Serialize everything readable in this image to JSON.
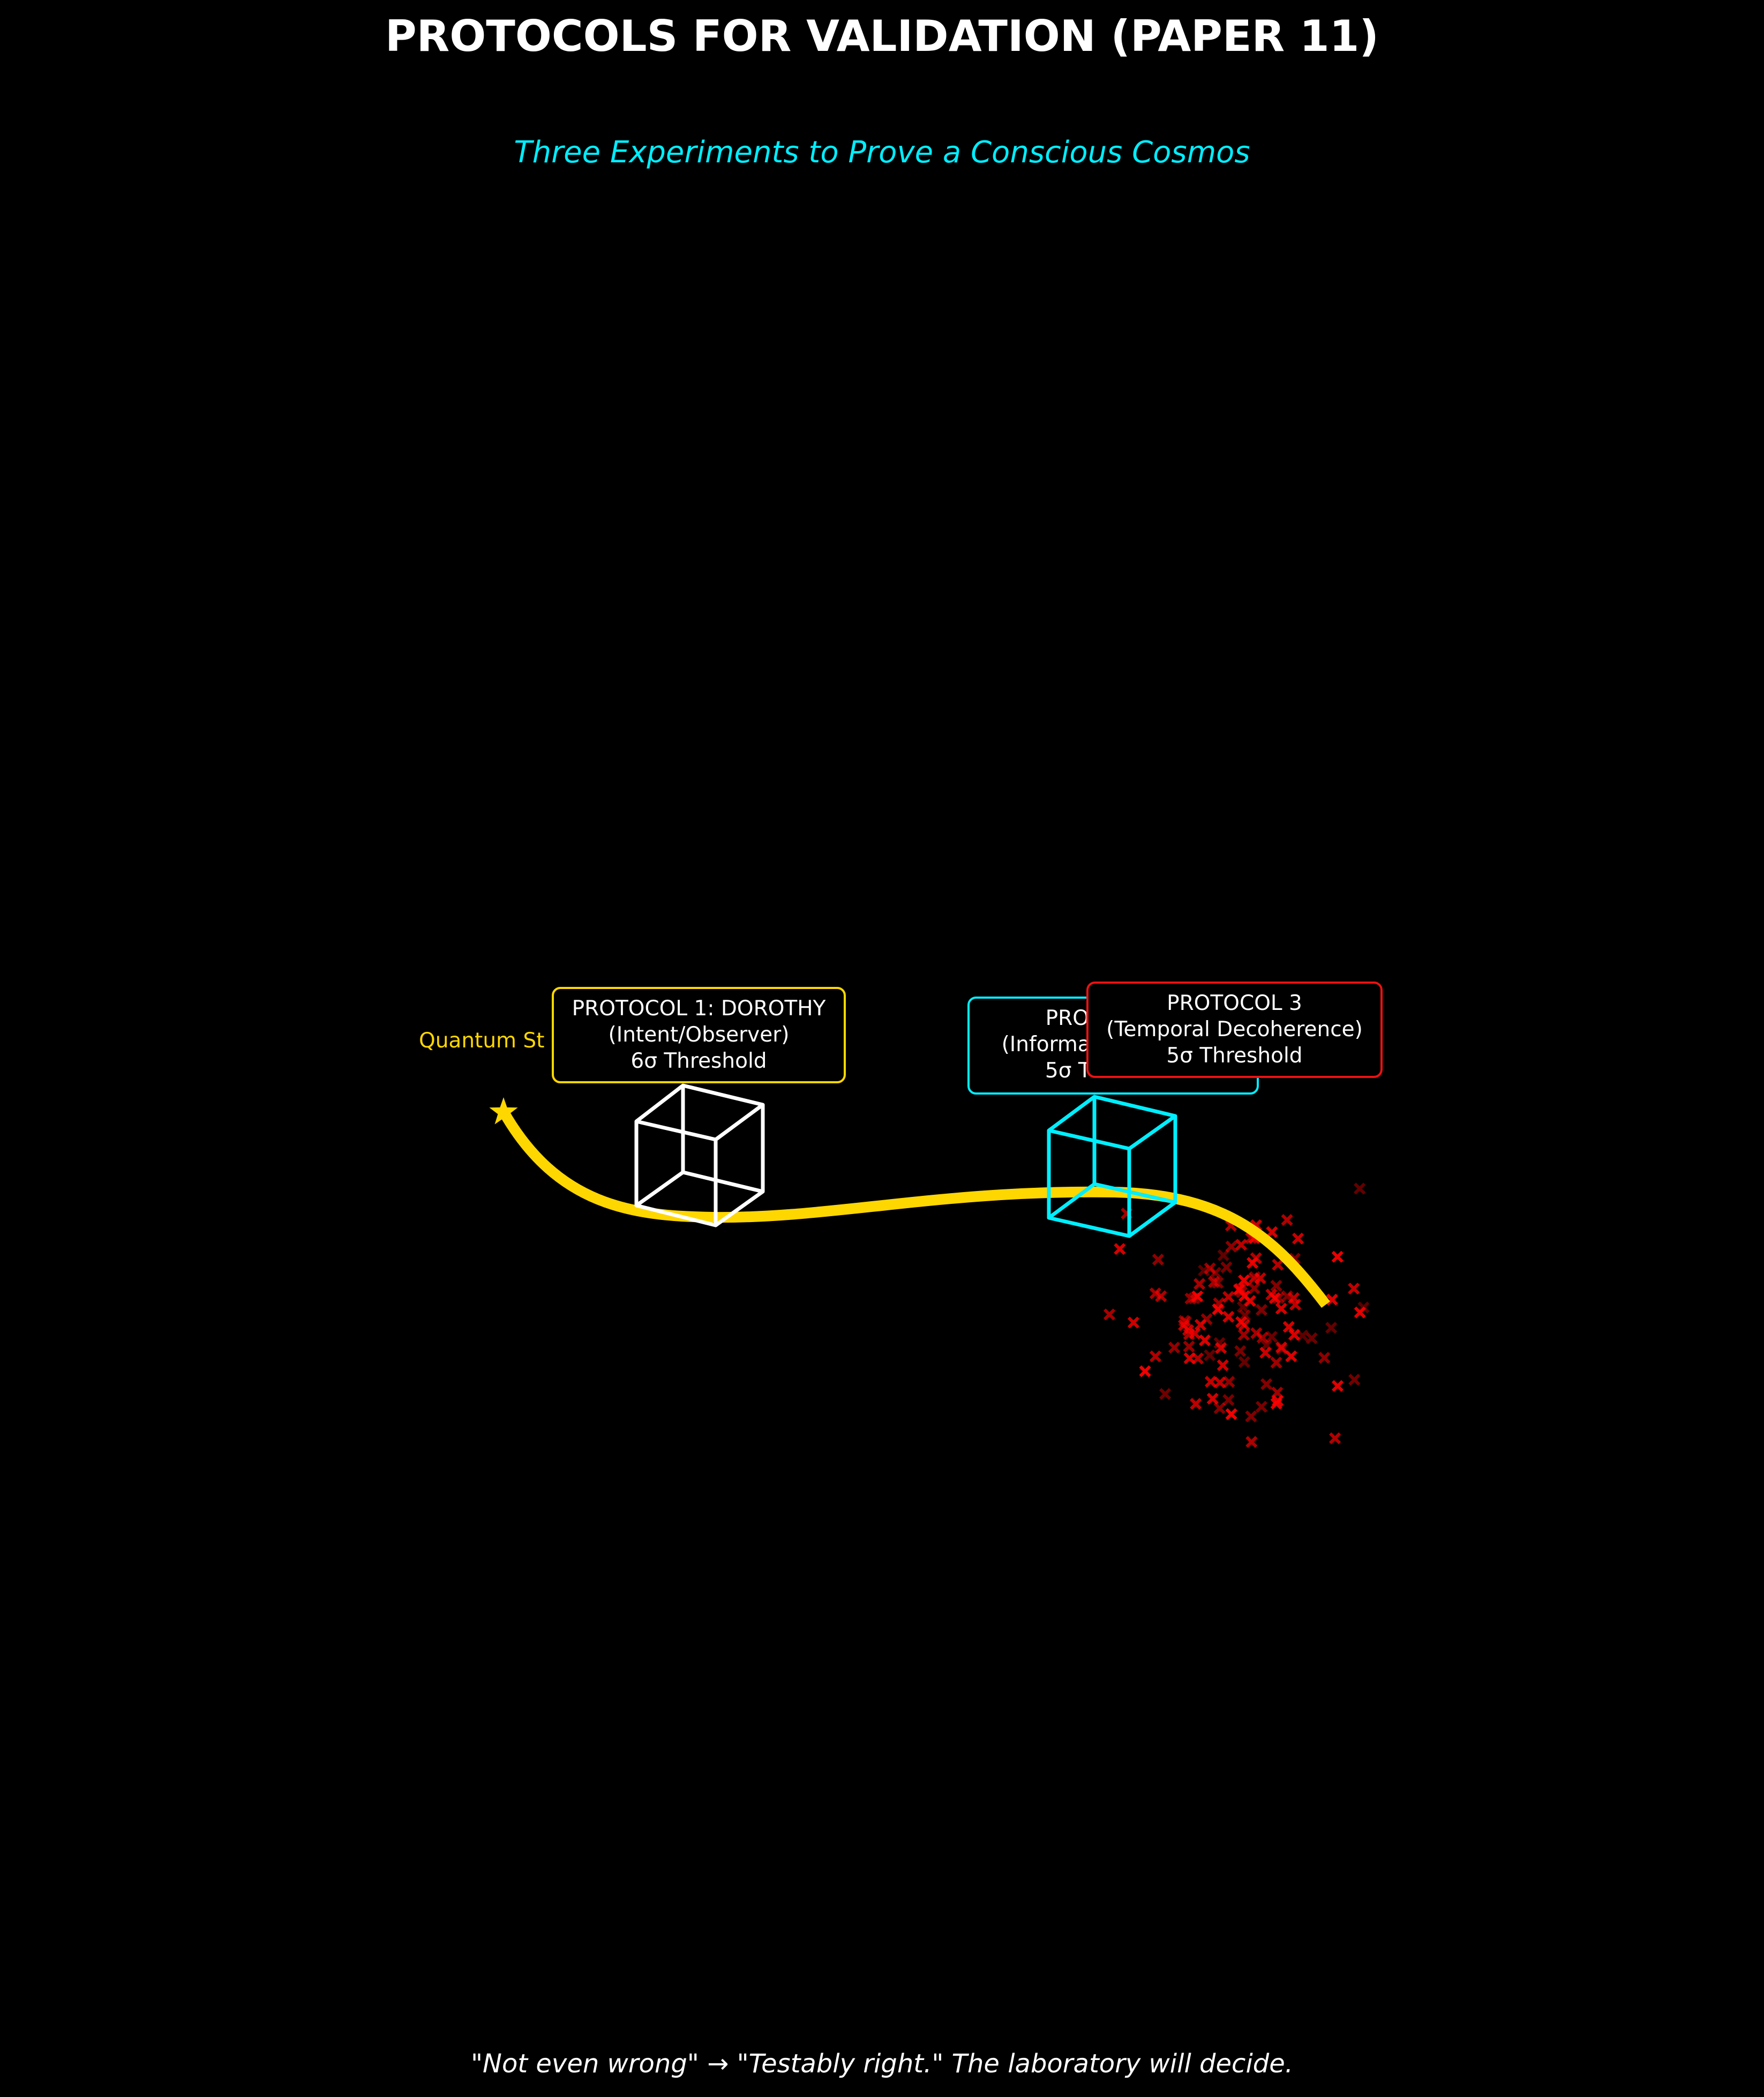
{
  "header": {
    "title": "PROTOCOLS FOR VALIDATION (PAPER 11)",
    "subtitle": "Three Experiments to Prove a Conscious Cosmos"
  },
  "start_label": "Quantum St",
  "protocols": [
    {
      "line1": "PROTOCOL 1: DOROTHY",
      "line2": "(Intent/Observer)",
      "line3": "6σ Threshold",
      "border_color": "#ffd700",
      "icon": "wireframe-cube-icon",
      "icon_color": "#ffffff"
    },
    {
      "line1": "PROTOCOL 2",
      "line2": "(Information Density)",
      "line3": "5σ Threshold",
      "border_color": "#00eeff",
      "icon": "wireframe-cube-icon",
      "icon_color": "#00eeff"
    },
    {
      "line1": "PROTOCOL 3",
      "line2": "(Temporal Decoherence)",
      "line3": "5σ Threshold",
      "border_color": "#ee1111",
      "icon": "decoherence-scatter-icon",
      "icon_color": "#ff0000"
    }
  ],
  "colors": {
    "background": "#000000",
    "path": "#ffd700",
    "title": "#ffffff",
    "subtitle": "#00eeff",
    "scatter": "#ff0000"
  },
  "footer": "\"Not even wrong\" → \"Testably right.\" The laboratory will decide."
}
